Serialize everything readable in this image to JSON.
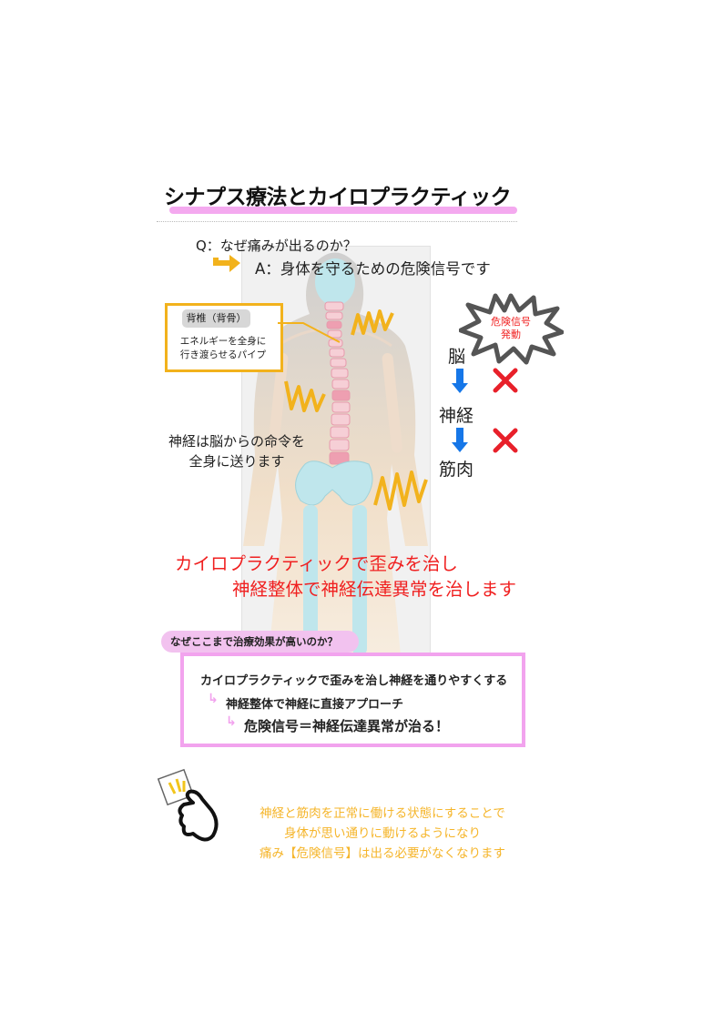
{
  "title": "シナプス療法とカイロプラクティック",
  "question": "Q：なぜ痛みが出るのか？",
  "answer": "A：身体を守るための危険信号です",
  "callout": {
    "tag": "背椎（背骨）",
    "line1": "エネルギーを全身に",
    "line2": "行き渡らせるパイプ"
  },
  "nerve_text": {
    "line1": "神経は脳からの命令を",
    "line2": "全身に送ります"
  },
  "danger_badge": {
    "line1": "危険信号",
    "line2": "発動"
  },
  "flow": {
    "brain": "脳",
    "nerve": "神経",
    "muscle": "筋肉"
  },
  "red_message": {
    "line1": "カイロプラクティックで歪みを治し",
    "line2": "神経整体で神経伝達異常を治します"
  },
  "why": {
    "question": "なぜここまで治療効果が高いのか？",
    "line1": "カイロプラクティックで歪みを治し神経を通りやすくする",
    "line2": "神経整体で神経に直接アプローチ",
    "line3": "危険信号＝神経伝達異常が治る！"
  },
  "conclusion": {
    "line1": "神経と筋肉を正常に働ける状態にすることで",
    "line2": "身体が思い通りに動けるようになり",
    "line3": "痛み【危険信号】は出る必要がなくなります"
  },
  "colors": {
    "accent_pink": "#f4a9ef",
    "red": "#f02020",
    "yellow": "#f2b21c",
    "blue_arrow": "#1677e8"
  }
}
